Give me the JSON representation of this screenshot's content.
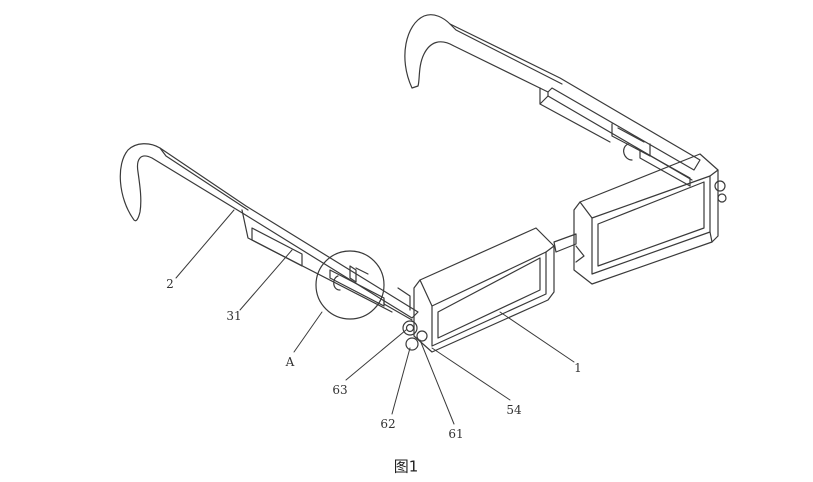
{
  "figure": {
    "caption": "图1",
    "labels": {
      "frame": "1",
      "temple_arm": "2",
      "slot": "31",
      "detail_a": "A",
      "part_63": "63",
      "part_62": "62",
      "part_61": "61",
      "part_54": "54"
    }
  }
}
